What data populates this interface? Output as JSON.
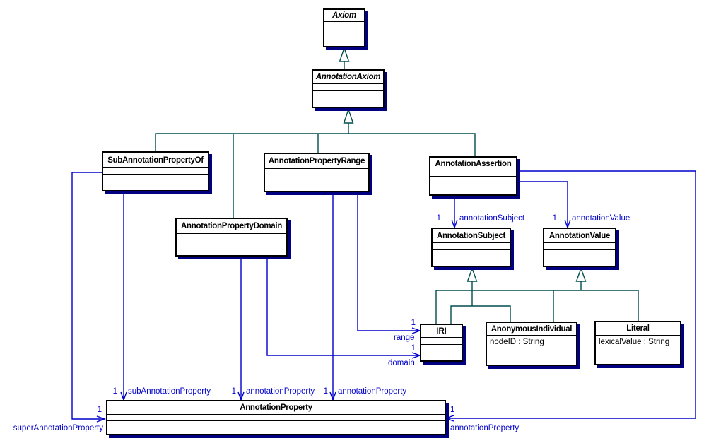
{
  "colors": {
    "background": "#ffffff",
    "border": "#000000",
    "shadow": "#000080",
    "generalization": "#004d4d",
    "association": "#0000cc",
    "text": "#000000"
  },
  "classes": {
    "axiom": {
      "name": "Axiom",
      "abstract": true
    },
    "annotation_axiom": {
      "name": "AnnotationAxiom",
      "abstract": true
    },
    "sub_annotation_property_of": {
      "name": "SubAnnotationPropertyOf"
    },
    "annotation_property_range": {
      "name": "AnnotationPropertyRange"
    },
    "annotation_assertion": {
      "name": "AnnotationAssertion"
    },
    "annotation_property_domain": {
      "name": "AnnotationPropertyDomain"
    },
    "annotation_subject": {
      "name": "AnnotationSubject"
    },
    "annotation_value": {
      "name": "AnnotationValue"
    },
    "iri": {
      "name": "IRI"
    },
    "anonymous_individual": {
      "name": "AnonymousIndividual",
      "attribute": "nodeID : String"
    },
    "literal": {
      "name": "Literal",
      "attribute": "lexicalValue : String"
    },
    "annotation_property": {
      "name": "AnnotationProperty"
    }
  },
  "labels": {
    "sub_annotation_property": {
      "multiplicity": "1",
      "role": "subAnnotationProperty"
    },
    "annotation_property_domain": {
      "multiplicity": "1",
      "role": "annotationProperty"
    },
    "annotation_property_range": {
      "multiplicity": "1",
      "role": "annotationProperty"
    },
    "annotation_subject": {
      "multiplicity": "1",
      "role": "annotationSubject"
    },
    "annotation_value": {
      "multiplicity": "1",
      "role": "annotationValue"
    },
    "range": {
      "multiplicity": "1",
      "role": "range"
    },
    "domain": {
      "multiplicity": "1",
      "role": "domain"
    },
    "super_annotation_property": {
      "multiplicity": "1",
      "role": "superAnnotationProperty"
    },
    "annotation_property_assertion": {
      "multiplicity": "1",
      "role": "annotationProperty"
    }
  }
}
